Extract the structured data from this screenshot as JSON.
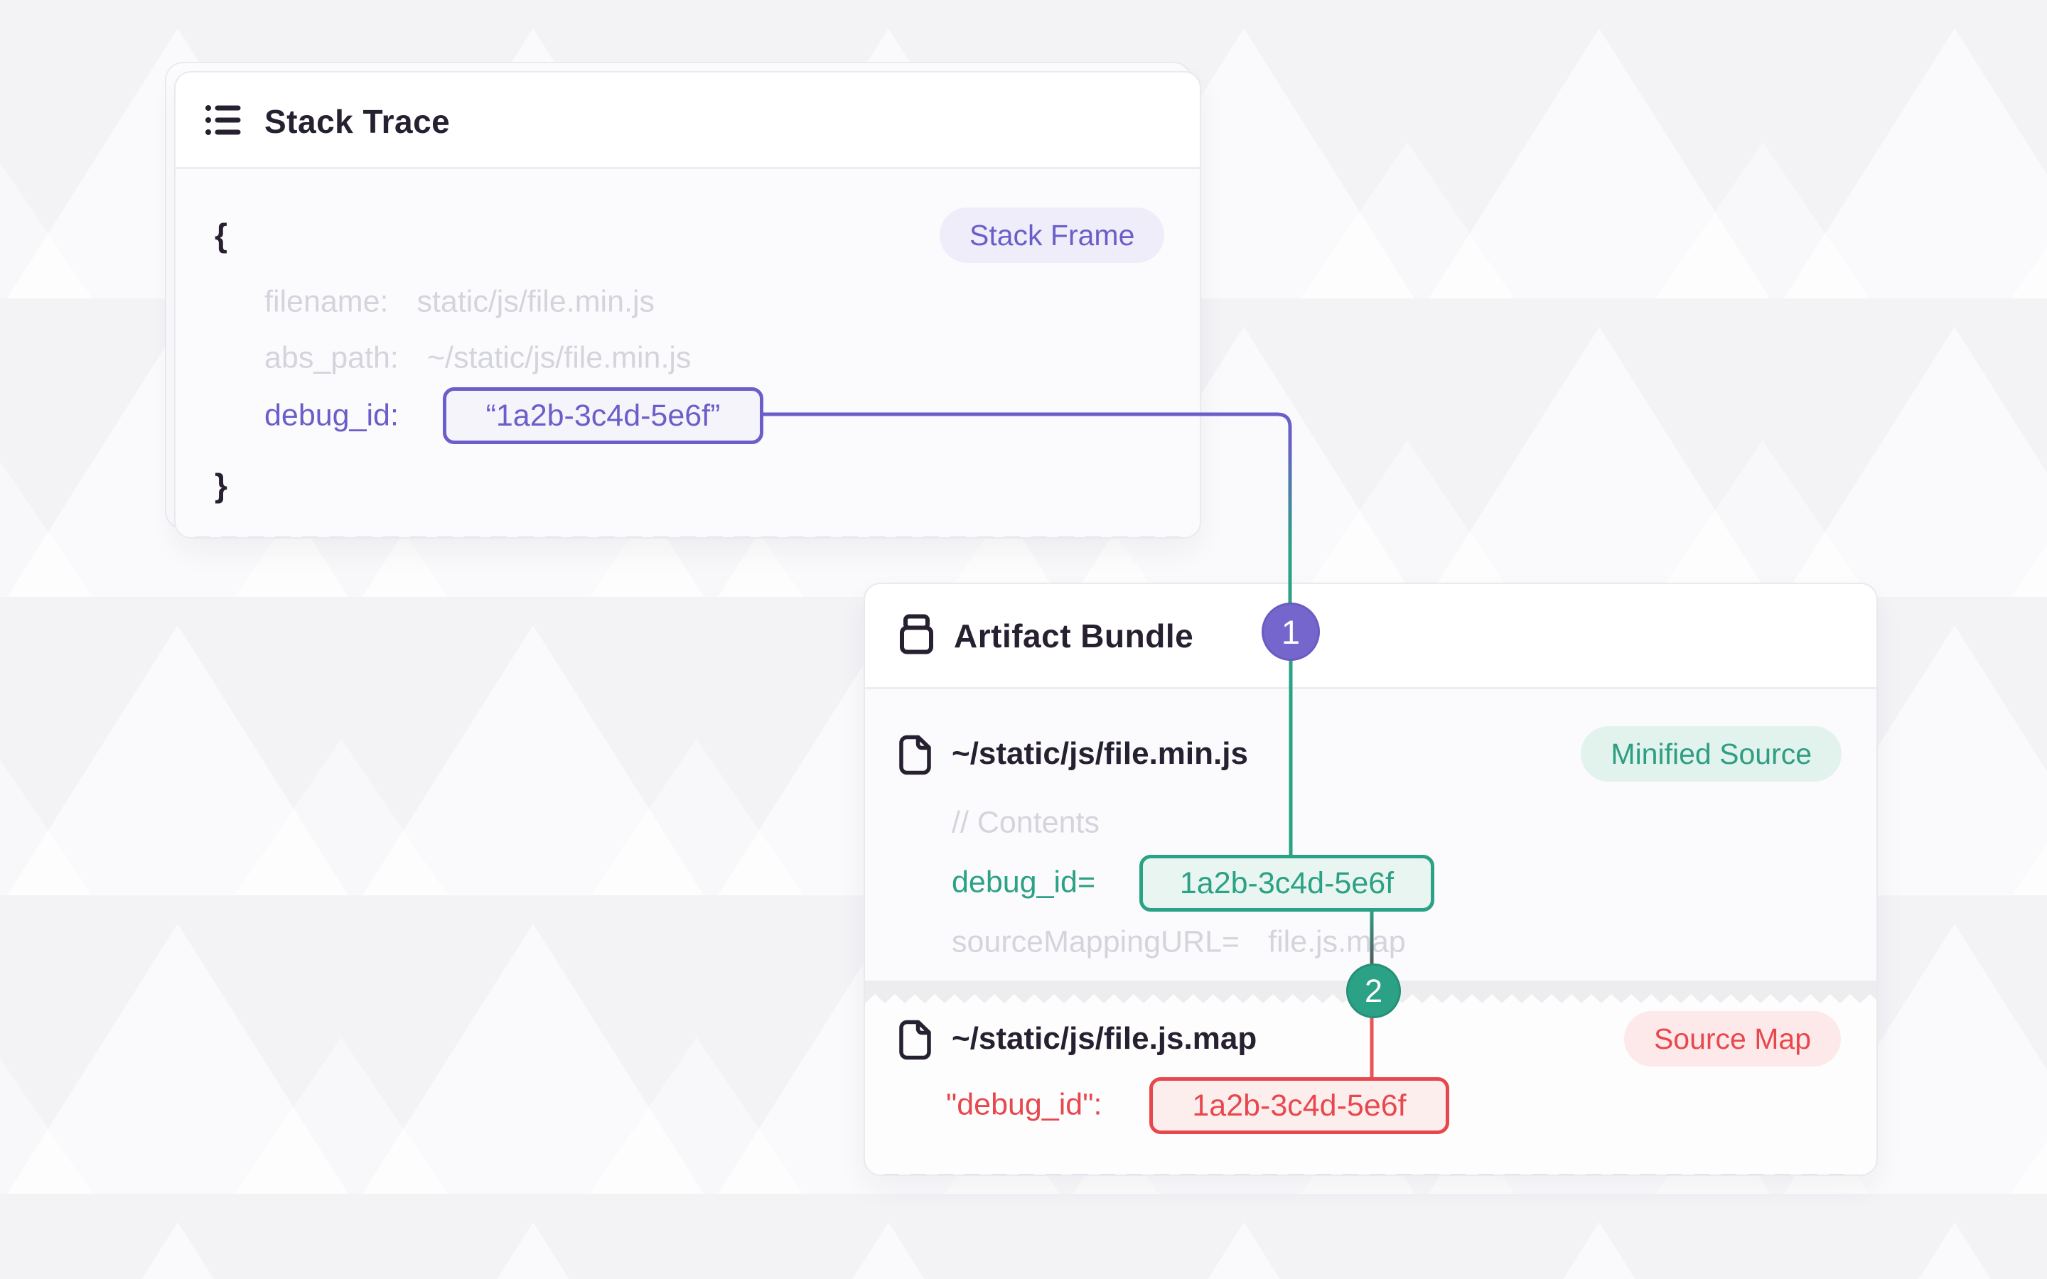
{
  "colors": {
    "accent_purple": "#6A5EC8",
    "accent_teal": "#2BA185",
    "accent_red": "#E8484D",
    "page_background": "#F3F3F6",
    "muted_text": "#D4D4DC",
    "dark_text": "#262030"
  },
  "stack_trace_card": {
    "title": "Stack Trace",
    "badge": "Stack Frame",
    "open_brace": "{",
    "close_brace": "}",
    "fields": {
      "filename_label": "filename:",
      "filename_value": "static/js/file.min.js",
      "abs_path_label": "abs_path:",
      "abs_path_value": "~/static/js/file.min.js",
      "debug_id_label": "debug_id:",
      "debug_id_value": "“1a2b-3c4d-5e6f”"
    }
  },
  "artifact_bundle_card": {
    "title": "Artifact Bundle",
    "minified_source": {
      "path": "~/static/js/file.min.js",
      "badge": "Minified Source",
      "contents_comment": "// Contents",
      "debug_id_label": "debug_id=",
      "debug_id_value": "1a2b-3c4d-5e6f",
      "source_mapping_label": "sourceMappingURL=",
      "source_mapping_value": "file.js.map"
    },
    "source_map": {
      "path": "~/static/js/file.js.map",
      "badge": "Source Map",
      "debug_id_label": "\"debug_id\":",
      "debug_id_value": "1a2b-3c4d-5e6f"
    }
  },
  "connectors": {
    "step1_number": "1",
    "step2_number": "2"
  }
}
